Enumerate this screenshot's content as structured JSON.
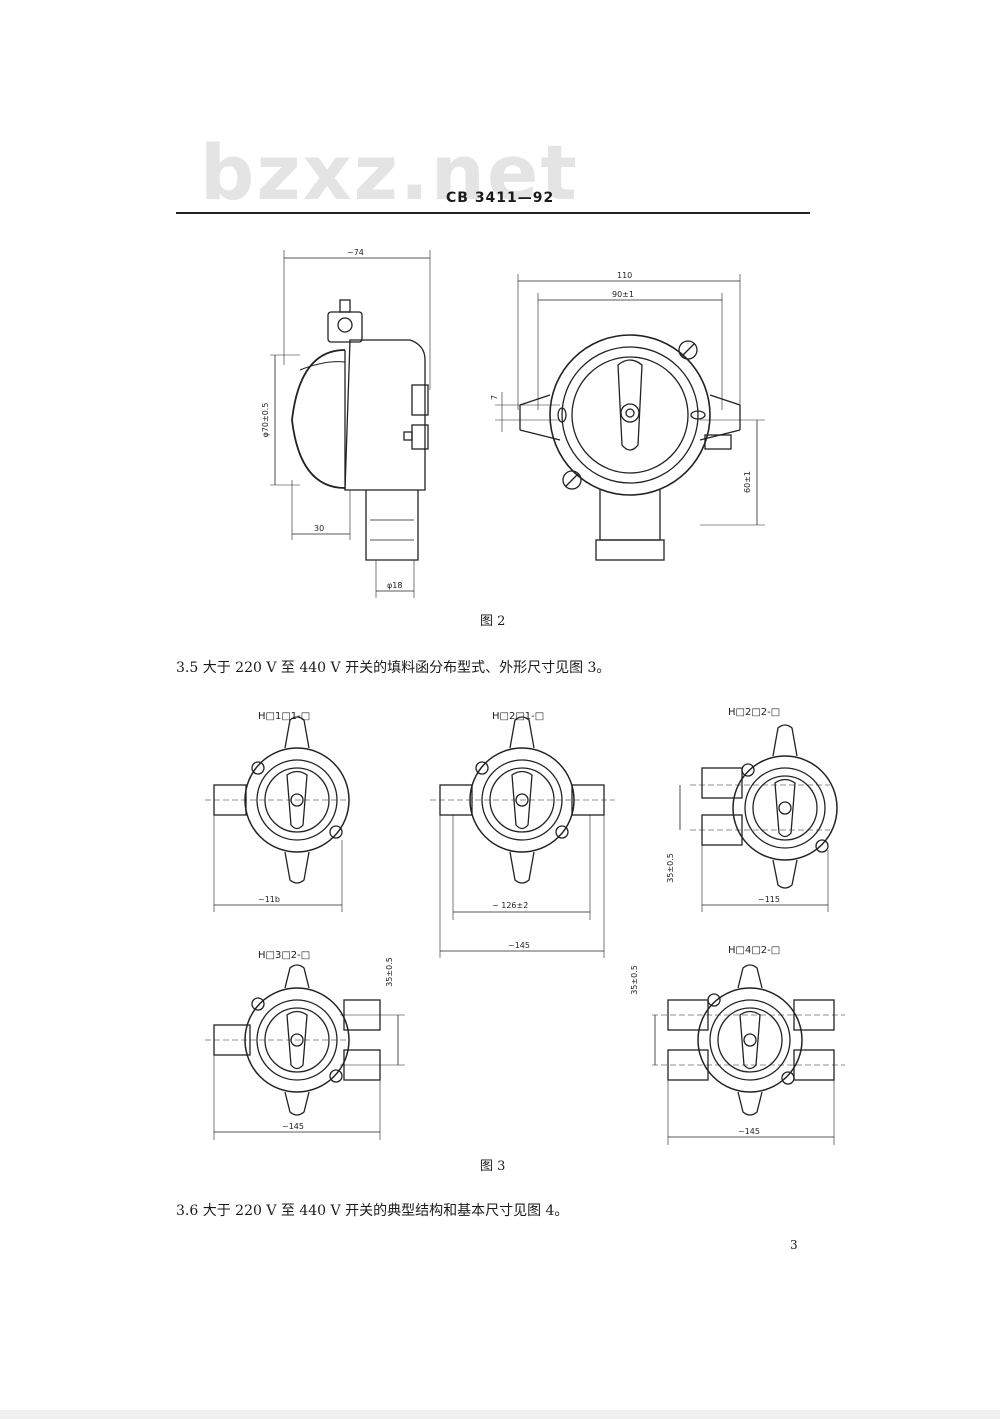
{
  "header": {
    "watermark": "bzxz.net",
    "code": "CB 3411—92"
  },
  "figure2": {
    "caption": "图 2",
    "dims": {
      "width_left": "~74",
      "diameter": "φ70±0.5",
      "depth": "30",
      "inlet": "φ18",
      "width_right": "110",
      "hole_span": "90±1",
      "offset": "7",
      "height": "60±1"
    }
  },
  "para_3_5": "3.5  大于 220 V 至 440 V 开关的填料函分布型式、外形尺寸见图 3。",
  "figure3": {
    "caption": "图 3",
    "variants": [
      {
        "label": "H□1□1-□",
        "dim": "~11b"
      },
      {
        "label": "H□2□1-□",
        "dim_inner": "~  126±2",
        "dim_outer": "~145"
      },
      {
        "label": "H□2□2-□",
        "dim": "~115",
        "dim_v": "35±0.5"
      },
      {
        "label": "H□3□2-□",
        "dim": "~145",
        "dim_v": "35±0.5"
      },
      {
        "label": "H□4□2-□",
        "dim": "~145",
        "dim_v": "35±0.5"
      }
    ]
  },
  "para_3_6": "3.6  大于 220 V 至 440 V 开关的典型结构和基本尺寸见图 4。",
  "page_number": "3"
}
